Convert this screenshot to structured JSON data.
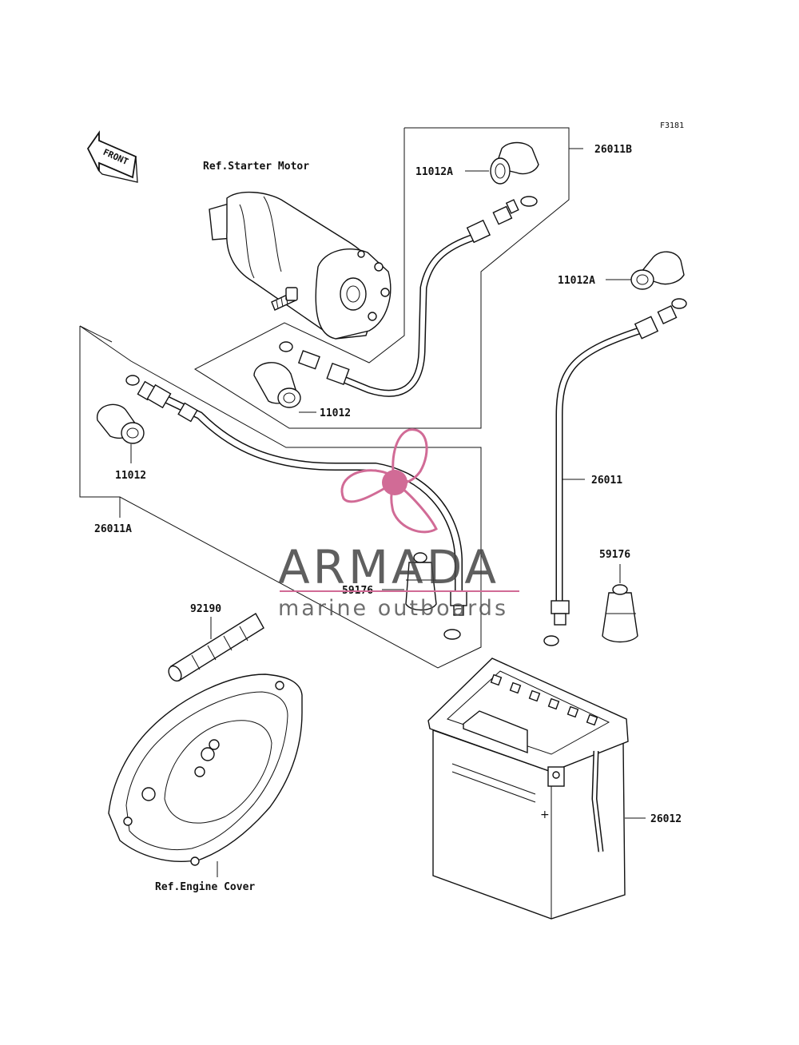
{
  "figure_code": "F3181",
  "front_label": "FRONT",
  "refs": {
    "starter_motor": "Ref.Starter Motor",
    "engine_cover": "Ref.Engine Cover"
  },
  "parts": {
    "p26011B": "26011B",
    "p11012A_top": "11012A",
    "p11012A_right": "11012A",
    "p11012_mid": "11012",
    "p11012_left": "11012",
    "p26011A": "26011A",
    "p26011": "26011",
    "p59176_right": "59176",
    "p59176_mid": "59176",
    "p92190": "92190",
    "p26012": "26012"
  },
  "watermark": {
    "brand": "ARMADA",
    "tagline": "marine outboards",
    "accent_color": "#d16b96"
  }
}
